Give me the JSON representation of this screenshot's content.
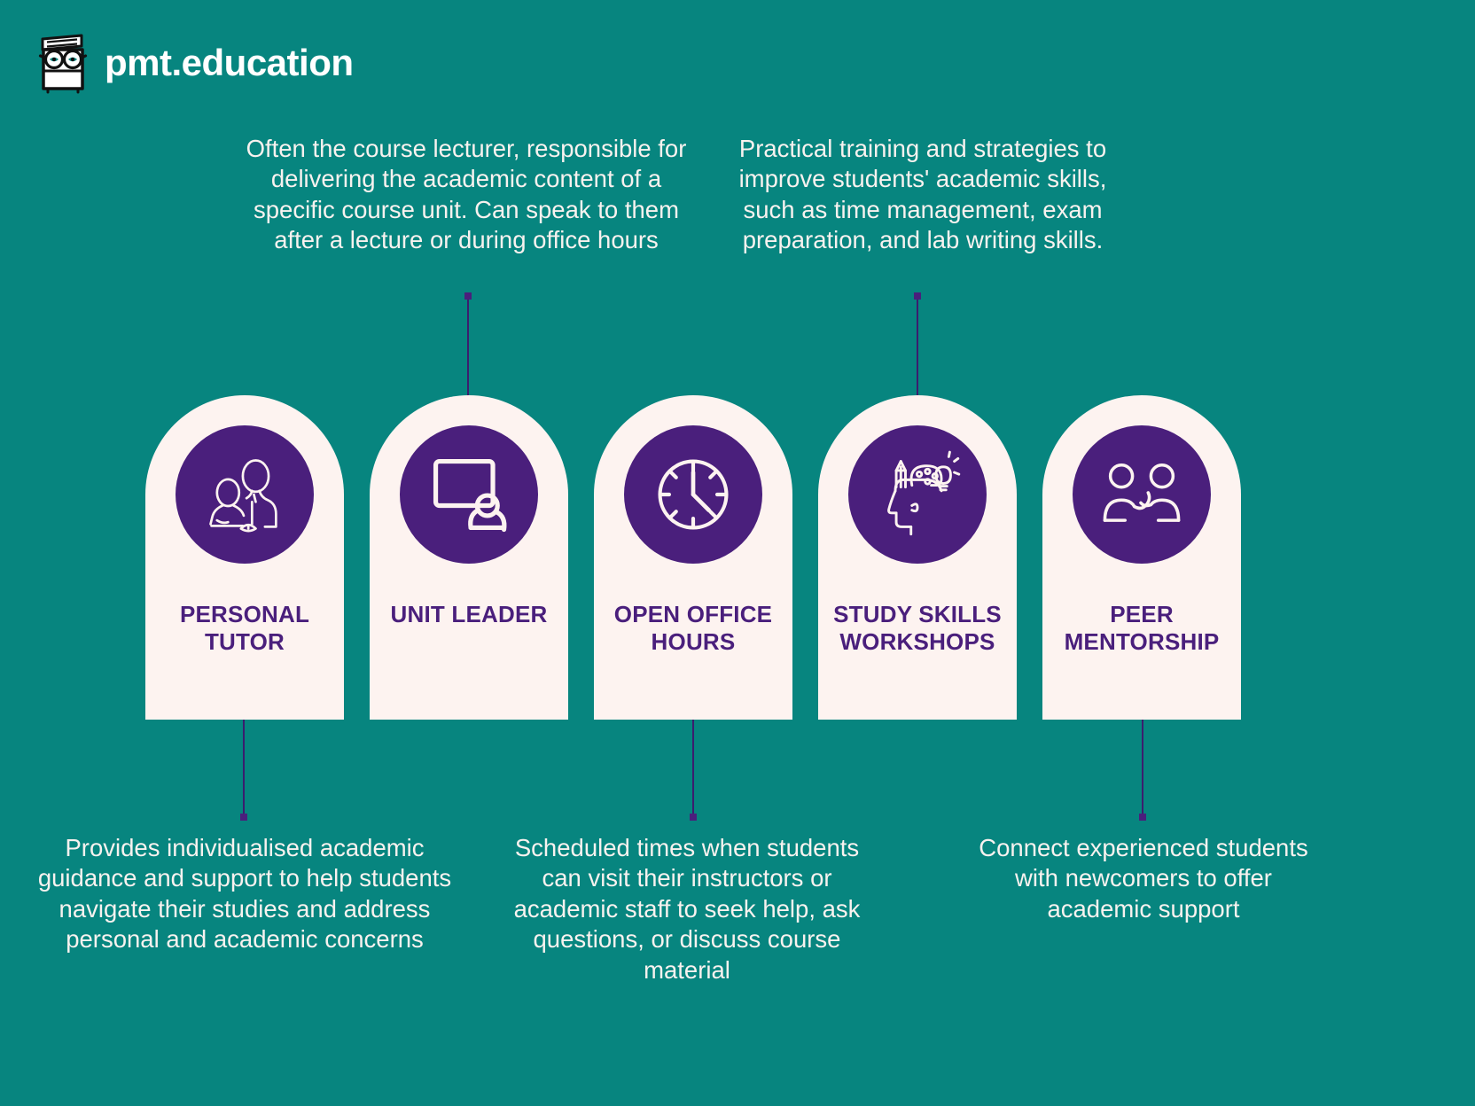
{
  "brand": {
    "name": "pmt.education",
    "logo_icon": "pmt-book-face-logo",
    "text_color": "#ffffff"
  },
  "theme": {
    "background": "#07857f",
    "card_background": "#fdf3f0",
    "accent_purple": "#4a1f7c",
    "connector_color": "#3b1d6e",
    "callout_text_color": "#f8f2ef"
  },
  "cards": [
    {
      "label": "PERSONAL\nTUTOR",
      "label_line1": "PERSONAL",
      "label_line2": "TUTOR",
      "icon": "tutor-with-student-icon"
    },
    {
      "label": "UNIT LEADER",
      "label_line1": "UNIT LEADER",
      "label_line2": "",
      "icon": "whiteboard-presenter-icon"
    },
    {
      "label": "OPEN OFFICE\nHOURS",
      "label_line1": "OPEN OFFICE",
      "label_line2": "HOURS",
      "icon": "clock-icon"
    },
    {
      "label": "STUDY SKILLS\nWORKSHOPS",
      "label_line1": "STUDY SKILLS",
      "label_line2": "WORKSHOPS",
      "icon": "creative-head-ideas-icon"
    },
    {
      "label": "PEER\nMENTORSHIP",
      "label_line1": "PEER",
      "label_line2": "MENTORSHIP",
      "icon": "two-people-mentoring-icon"
    }
  ],
  "callouts": {
    "top": [
      {
        "text": "Often the course lecturer, responsible for delivering the academic content of a specific course unit. Can speak to them after a lecture or during office hours",
        "connects_to": "UNIT LEADER"
      },
      {
        "text": "Practical training and strategies to improve students' academic skills, such as time management, exam preparation, and lab writing skills.",
        "connects_to": "STUDY SKILLS WORKSHOPS"
      }
    ],
    "bottom": [
      {
        "text": "Provides individualised academic guidance and support to help students navigate their studies and address personal and academic concerns",
        "connects_to": "PERSONAL TUTOR"
      },
      {
        "text": "Scheduled times when students can visit their instructors or academic staff to seek help, ask questions, or discuss course material",
        "connects_to": "OPEN OFFICE HOURS"
      },
      {
        "text": "Connect experienced students with newcomers to offer academic support",
        "connects_to": "PEER MENTORSHIP"
      }
    ]
  }
}
